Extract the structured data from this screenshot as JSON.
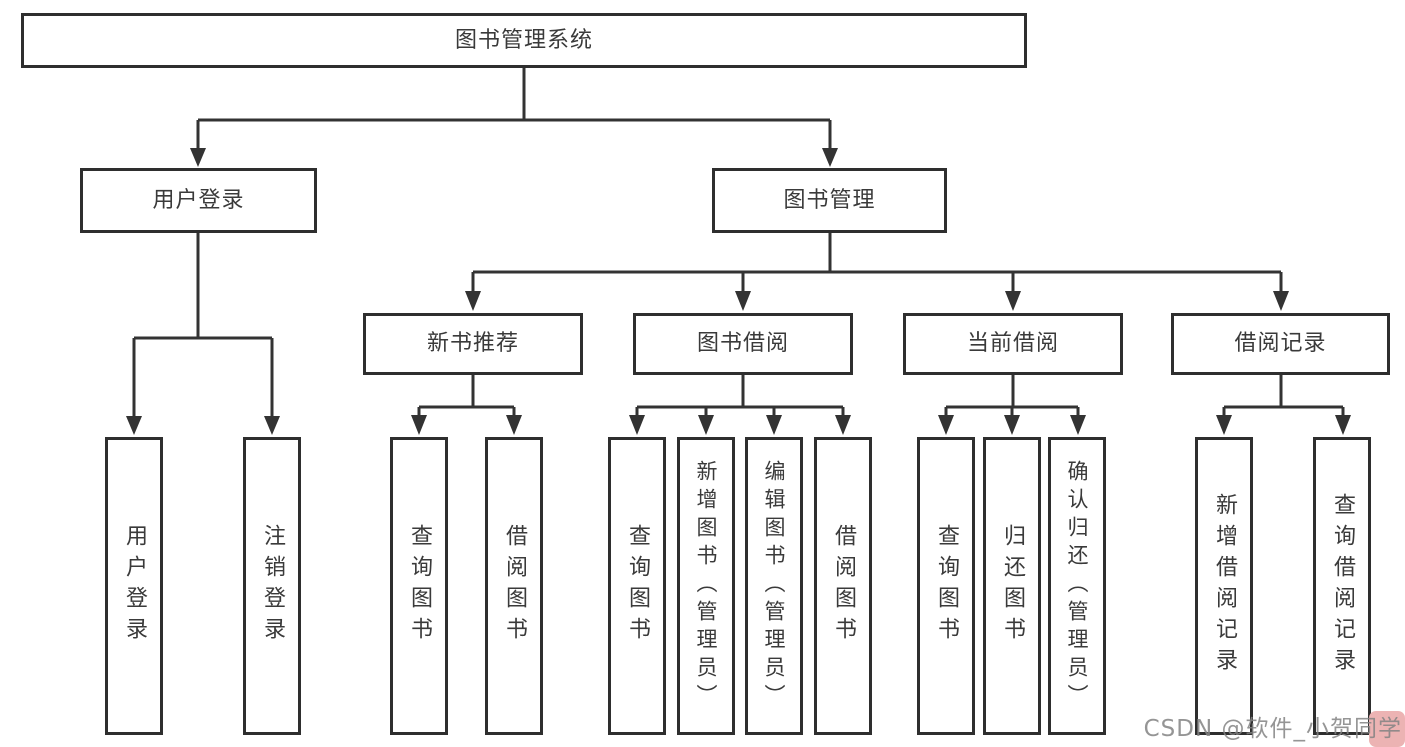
{
  "diagram": {
    "title_node": {
      "label": "图书管理系统"
    },
    "level2": [
      {
        "label": "用户登录"
      },
      {
        "label": "图书管理"
      }
    ],
    "level3": [
      {
        "label": "新书推荐"
      },
      {
        "label": "图书借阅"
      },
      {
        "label": "当前借阅"
      },
      {
        "label": "借阅记录"
      }
    ],
    "leaves": {
      "user_login": [
        "用户登录",
        "注销登录"
      ],
      "new_book": [
        "查询图书",
        "借阅图书"
      ],
      "book_borrow": [
        "查询图书",
        "新增图书（管理员）",
        "编辑图书（管理员）",
        "借阅图书"
      ],
      "current_borrow": [
        "查询图书",
        "归还图书",
        "确认归还（管理员）"
      ],
      "borrow_record": [
        "新增借阅记录",
        "查询借阅记录"
      ]
    }
  },
  "watermark": {
    "text": "CSDN @软件_小贺同学"
  },
  "colors": {
    "line": "#333333",
    "box_border": "#2e2e2e",
    "text": "#3a3a3a",
    "watermark_text": "#828282",
    "watermark_badge": "#ecb3b3",
    "background": "#ffffff"
  }
}
